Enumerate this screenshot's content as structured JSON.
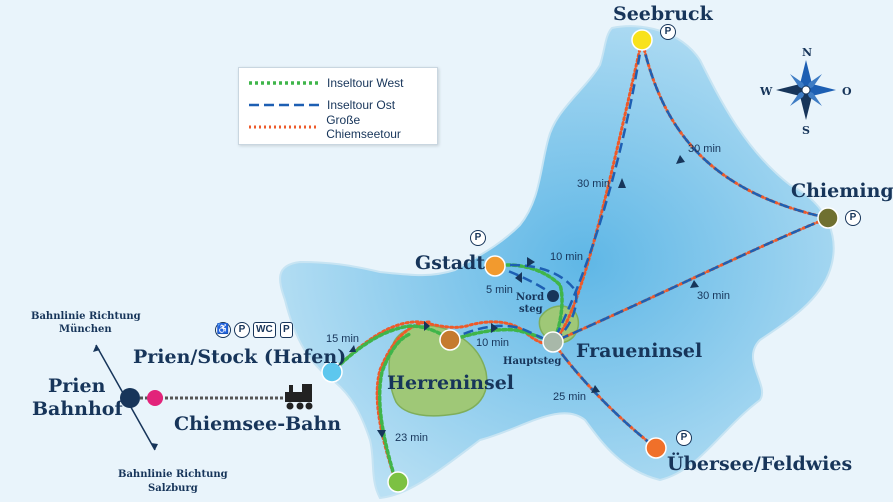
{
  "legend": {
    "west": "Inseltour West",
    "ost": "Inseltour Ost",
    "gross": "Große Chiemseetour"
  },
  "colors": {
    "west": "#3fb54a",
    "ost": "#1d5fb3",
    "gross": "#ee5a2a",
    "lake": "#a9d6ef",
    "island": "#a4c97a"
  },
  "places": {
    "seebruck": "Seebruck",
    "chieming": "Chieming",
    "gstadt": "Gstadt",
    "frauen": "Fraueninsel",
    "herren": "Herreninsel",
    "prien_stock": "Prien/Stock (Hafen)",
    "prien_bahnhof_1": "Prien",
    "prien_bahnhof_2": "Bahnhof",
    "chiemsee_bahn": "Chiemsee-Bahn",
    "uebersee": "Übersee/Feldwies",
    "nordsteg_1": "Nord",
    "nordsteg_2": "steg",
    "hauptsteg": "Hauptsteg",
    "muenchen_1": "Bahnlinie Richtung",
    "muenchen_2": "München",
    "salzburg_1": "Bahnlinie Richtung",
    "salzburg_2": "Salzburg"
  },
  "times": {
    "seebruck_frauen": "30 min",
    "seebruck_chieming": "30 min",
    "chieming_frauen": "30 min",
    "gstadt_top": "10 min",
    "gstadt_nord": "5 min",
    "prien_herren": "15 min",
    "herren_frauen": "10 min",
    "frauen_uebersee": "25 min",
    "south": "23 min"
  },
  "icons": {
    "parking": "P",
    "wc": "WC",
    "wheelchair": "♿"
  },
  "compass": {
    "n": "N",
    "s": "S",
    "w": "W",
    "o": "O"
  }
}
